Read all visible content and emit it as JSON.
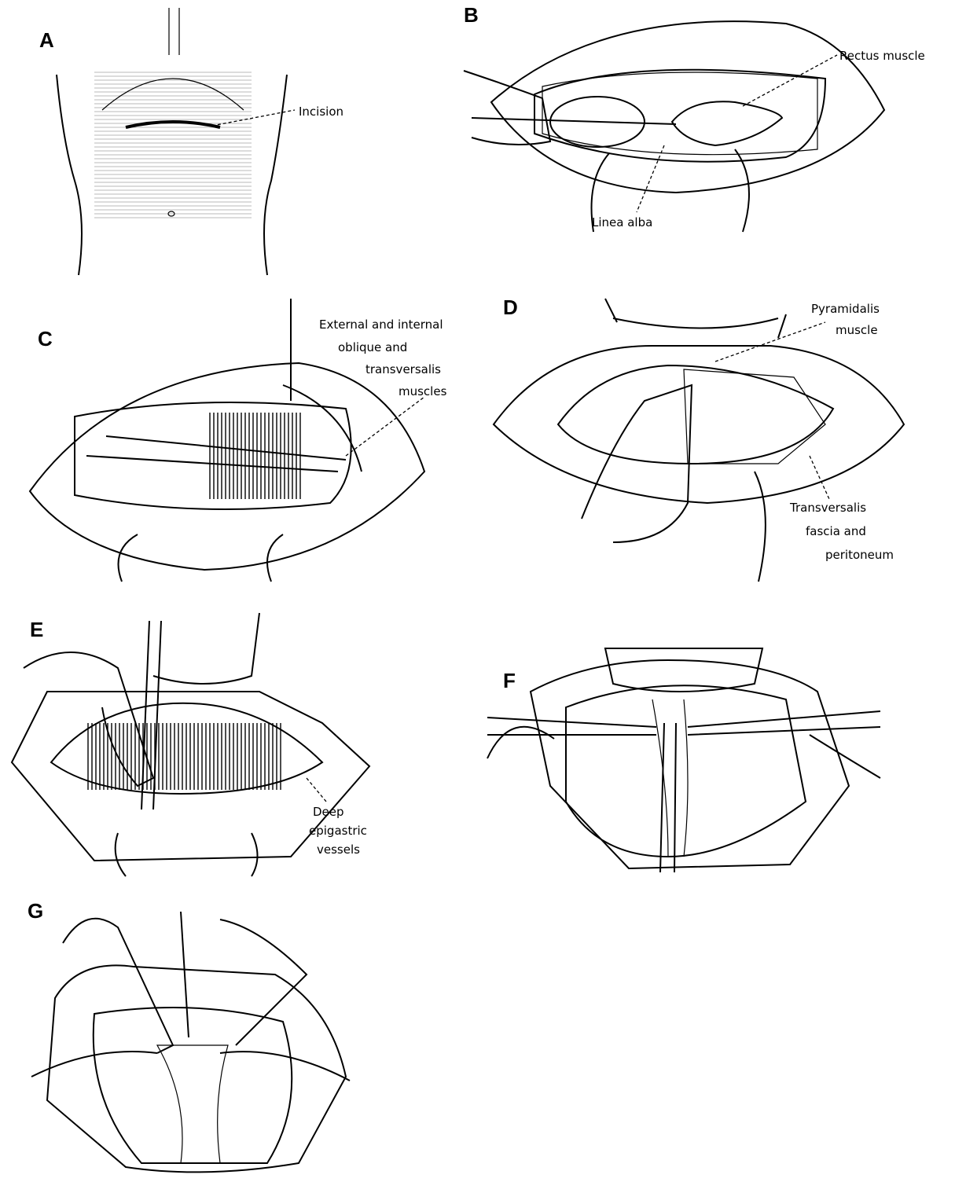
{
  "panels": {
    "a": {
      "letter": "A",
      "labels": {
        "incision": "Incision"
      }
    },
    "b": {
      "letter": "B",
      "labels": {
        "rectus": "Rectus muscle",
        "linea": "Linea alba"
      }
    },
    "c": {
      "letter": "C",
      "labels": {
        "line1": "External and internal",
        "line2": "oblique and",
        "line3": "transversalis",
        "line4": "muscles"
      }
    },
    "d": {
      "letter": "D",
      "labels": {
        "pyr1": "Pyramidalis",
        "pyr2": "muscle",
        "tf1": "Transversalis",
        "tf2": "fascia and",
        "tf3": "peritoneum"
      }
    },
    "e": {
      "letter": "E",
      "labels": {
        "dev1": "Deep",
        "dev2": "epigastric",
        "dev3": "vessels"
      }
    },
    "f": {
      "letter": "F"
    },
    "g": {
      "letter": "G"
    }
  }
}
